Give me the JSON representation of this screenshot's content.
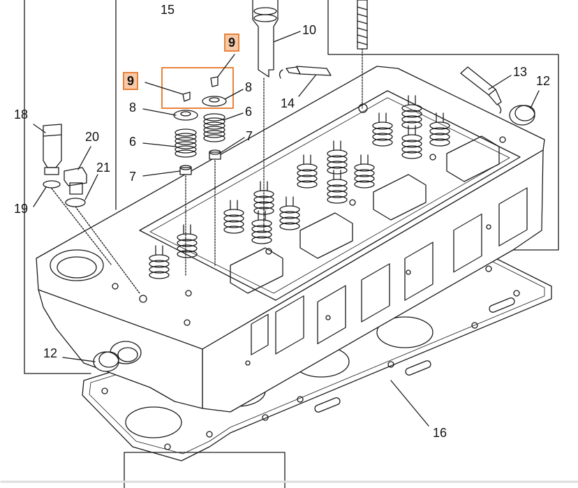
{
  "diagram": {
    "callouts": {
      "c15": "15",
      "c10": "10",
      "c9_top": "9",
      "c9_left": "9",
      "c8_right": "8",
      "c8_left": "8",
      "c6_right": "6",
      "c6_left": "6",
      "c7_right": "7",
      "c7_left": "7",
      "c14": "14",
      "c13": "13",
      "c12_top": "12",
      "c12_bottom": "12",
      "c18": "18",
      "c20": "20",
      "c21": "21",
      "c19": "19",
      "c16": "16"
    },
    "colors": {
      "highlight_fill": "#f7c9a8",
      "highlight_border": "#e8823a",
      "line": "#1a1a1a"
    }
  }
}
